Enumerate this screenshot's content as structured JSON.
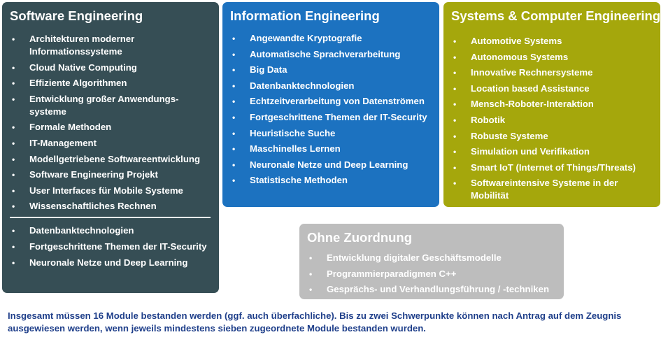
{
  "software": {
    "title": "Software Engineering",
    "items": [
      "Architekturen moderner Informationssysteme",
      "Cloud Native Computing",
      "Effiziente Algorithmen",
      "Entwicklung großer Anwendungs-systeme",
      "Formale Methoden",
      "IT-Management",
      "Modellgetriebene Softwareentwicklung",
      "Software Engineering Projekt",
      "User Interfaces für Mobile Systeme",
      "Wissenschaftliches Rechnen"
    ],
    "items_after_divider": [
      "Datenbanktechnologien",
      "Fortgeschrittene Themen der IT-Security",
      "Neuronale Netze und Deep Learning"
    ]
  },
  "information": {
    "title": "Information Engineering",
    "items": [
      "Angewandte Kryptografie",
      "Automatische Sprachverarbeitung",
      "Big Data",
      "Datenbanktechnologien",
      "Echtzeitverarbeitung von Datenströmen",
      "Fortgeschrittene Themen der IT-Security",
      "Heuristische Suche",
      "Maschinelles Lernen",
      "Neuronale Netze und Deep Learning",
      "Statistische Methoden"
    ]
  },
  "systems": {
    "title": "Systems & Computer Engineering",
    "items": [
      "Automotive Systems",
      "Autonomous Systems",
      "Innovative Rechnersysteme",
      "Location based Assistance",
      "Mensch-Roboter-Interaktion",
      "Robotik",
      "Robuste Systeme",
      "Simulation und Verifikation",
      "Smart IoT (Internet of Things/Threats)",
      "Softwareintensive Systeme in der Mobilität"
    ]
  },
  "unassigned": {
    "title": "Ohne Zuordnung",
    "items": [
      "Entwicklung digitaler Geschäftsmodelle",
      "Programmierparadigmen C++",
      "Gesprächs- und Verhandlungsführung / -techniken"
    ]
  },
  "footer_text": "Insgesamt müssen 16 Module bestanden werden (ggf. auch überfachliche). Bis zu zwei Schwerpunkte können nach Antrag auf dem Zeugnis ausgewiesen werden, wenn jeweils mindestens sieben zugeordnete Module bestanden wurden.",
  "colors": {
    "software": "#364e55",
    "information": "#1c72c0",
    "systems": "#a5a70c",
    "unassigned": "#bdbdbd",
    "footer_text": "#1f3f8a"
  }
}
